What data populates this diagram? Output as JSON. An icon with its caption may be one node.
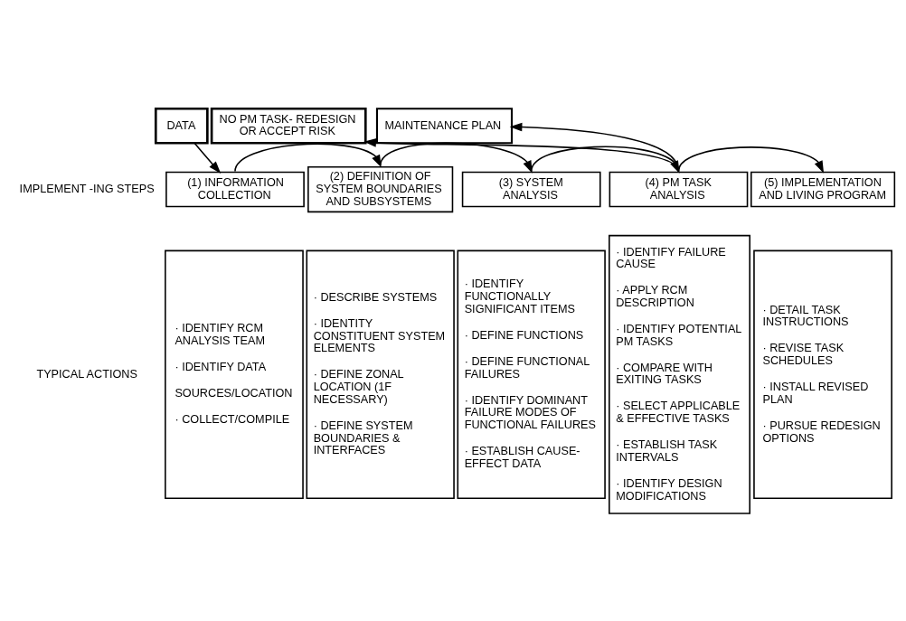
{
  "diagram": {
    "nodes": [
      {
        "text": [
          "DATA"
        ]
      },
      {
        "text": [
          "NO PM TASK- REDESIGN OR ACCEPT RISK"
        ]
      },
      {
        "text": [
          "MAINTENANCE PLAN"
        ]
      },
      {
        "text": [
          "(1) INFORMATION COLLECTION"
        ]
      },
      {
        "text": [
          "(2) DEFINITION OF SYSTEM BOUNDARIES AND SUBSYSTEMS"
        ]
      },
      {
        "text": [
          "(3) SYSTEM ANALYSIS"
        ]
      },
      {
        "text": [
          "(4) PM TASK ANALYSIS"
        ]
      },
      {
        "text": [
          "(5) IMPLEMENTATION AND LIVING PROGRAM"
        ]
      },
      {
        "text": [
          "· IDENTIFY RCM ANALYSIS TEAM",
          "· IDENTIFY DATA",
          "SOURCES/LOCATION",
          "· COLLECT/COMPILE"
        ]
      },
      {
        "text": [
          "· DESCRIBE SYSTEMS",
          "· IDENTITY CONSTITUENT SYSTEM ELEMENTS",
          "· DEFINE ZONAL LOCATION (1F NECESSARY)",
          "· DEFINE SYSTEM BOUNDARIES & INTERFACES"
        ]
      },
      {
        "text": [
          "· IDENTIFY FUNCTIONALLY SIGNIFICANT ITEMS",
          "· DEFINE FUNCTIONS",
          "· DEFINE FUNCTIONAL FAILURES",
          "· IDENTIFY DOMINANT FAILURE MODES OF FUNCTIONAL FAILURES",
          "· ESTABLISH CAUSE- EFFECT DATA"
        ]
      },
      {
        "text": [
          "· IDENTIFY FAILURE CAUSE",
          "· APPLY RCM DESCRIPTION",
          "· IDENTIFY POTENTIAL PM TASKS",
          "· COMPARE WITH EXITING TASKS",
          "· SELECT APPLICABLE & EFFECTIVE TASKS",
          "· ESTABLISH TASK INTERVALS",
          "· IDENTIFY DESIGN MODIFICATIONS"
        ]
      },
      {
        "text": [
          "· DETAIL TASK INSTRUCTIONS",
          "· REVISE TASK SCHEDULES",
          "· INSTALL REVISED PLAN",
          "· PURSUE REDESIGN OPTIONS"
        ]
      }
    ],
    "edges": [
      {
        "from": 0,
        "to": 3,
        "arrow": "to"
      },
      {
        "from": 3,
        "to": 4,
        "arrow": "to"
      },
      {
        "from": 4,
        "to": 5,
        "arrow": "to"
      },
      {
        "from": 5,
        "to": 6,
        "arrow": "to"
      },
      {
        "from": 6,
        "to": 7,
        "arrow": "to"
      },
      {
        "from": 6,
        "to": 1,
        "arrow": "to"
      },
      {
        "from": 6,
        "to": 2,
        "arrow": "to"
      }
    ],
    "labels": [
      "IMPLEMENT -ING STEPS",
      "TYPICAL ACTIONS"
    ]
  }
}
